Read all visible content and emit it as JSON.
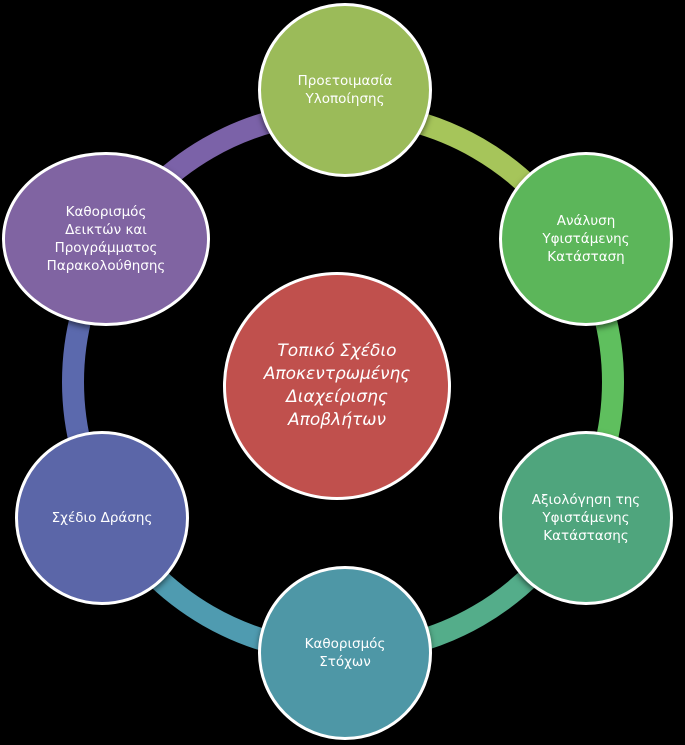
{
  "colors": {
    "background": "#000000",
    "center": "#c0504d",
    "border": "#ffffff"
  },
  "center": {
    "label": "Τοπικό Σχέδιο\nΑποκεντρωμένης\nΔιαχείρισης\nΑποβλήτων",
    "color": "#c0504d"
  },
  "nodes": [
    {
      "label": "Προετοιμασία\nΥλοποίησης",
      "color": "#9bbb59"
    },
    {
      "label": "Ανάλυση\nΥφιστάμενης\nΚατάσταση",
      "color": "#5cb65a"
    },
    {
      "label": "Αξιολόγηση της\nΥφιστάμενης\nΚατάστασης",
      "color": "#4fa57d"
    },
    {
      "label": "Καθορισμός\nΣτόχων",
      "color": "#4e97a6"
    },
    {
      "label": "Σχέδιο Δράσης",
      "color": "#5b66a8"
    },
    {
      "label": "Καθορισμός\nΔεικτών και\nΠρογράμματος\nΠαρακολούθησης",
      "color": "#8064a2"
    }
  ],
  "ring_segments": [
    {
      "color": "#a6c55a"
    },
    {
      "color": "#5fbf5e"
    },
    {
      "color": "#54ad8a"
    },
    {
      "color": "#4f9bb0"
    },
    {
      "color": "#5b69ad"
    },
    {
      "color": "#7b62a8"
    }
  ]
}
